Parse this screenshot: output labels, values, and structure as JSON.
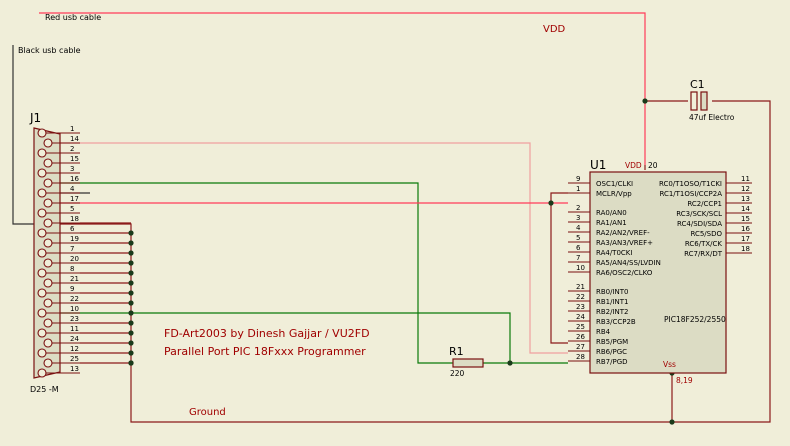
{
  "labels": {
    "red_usb": "Red usb cable",
    "black_usb": "Black usb cable",
    "vdd": "VDD",
    "ground": "Ground",
    "credit_line1": "FD-Art2003 by Dinesh Gajjar / VU2FD",
    "credit_line2": "Parallel Port PIC 18Fxxx Programmer"
  },
  "connector": {
    "ref": "J1",
    "part": "D25 -M",
    "pins": [
      "1",
      "14",
      "2",
      "15",
      "3",
      "16",
      "4",
      "17",
      "5",
      "18",
      "6",
      "19",
      "7",
      "20",
      "8",
      "21",
      "9",
      "22",
      "10",
      "23",
      "11",
      "24",
      "12",
      "25",
      "13"
    ]
  },
  "capacitor": {
    "ref": "C1",
    "value": "47uf Electro"
  },
  "resistor": {
    "ref": "R1",
    "value": "220"
  },
  "ic": {
    "ref": "U1",
    "part": "PIC18F252/2550",
    "vdd_label": "VDD",
    "vdd_pin": "20",
    "vss_label": "Vss",
    "vss_pins": "8,19",
    "left_pins": [
      {
        "num": "9",
        "name": "OSC1/CLKI"
      },
      {
        "num": "1",
        "name": "MCLR/Vpp"
      },
      {
        "num": "2",
        "name": "RA0/AN0"
      },
      {
        "num": "3",
        "name": "RA1/AN1"
      },
      {
        "num": "4",
        "name": "RA2/AN2/VREF-"
      },
      {
        "num": "5",
        "name": "RA3/AN3/VREF+"
      },
      {
        "num": "6",
        "name": "RA4/T0CKI"
      },
      {
        "num": "7",
        "name": "RA5/AN4/SS/LVDIN"
      },
      {
        "num": "10",
        "name": "RA6/OSC2/CLKO"
      },
      {
        "num": "21",
        "name": "RB0/INT0"
      },
      {
        "num": "22",
        "name": "RB1/INT1"
      },
      {
        "num": "23",
        "name": "RB2/INT2"
      },
      {
        "num": "24",
        "name": "RB3/CCP2B"
      },
      {
        "num": "25",
        "name": "RB4"
      },
      {
        "num": "26",
        "name": "RB5/PGM"
      },
      {
        "num": "27",
        "name": "RB6/PGC"
      },
      {
        "num": "28",
        "name": "RB7/PGD"
      }
    ],
    "right_pins": [
      {
        "num": "11",
        "name": "RC0/T1OSO/T1CKI"
      },
      {
        "num": "12",
        "name": "RC1/T1OSI/CCP2A"
      },
      {
        "num": "13",
        "name": "RC2/CCP1"
      },
      {
        "num": "14",
        "name": "RC3/SCK/SCL"
      },
      {
        "num": "15",
        "name": "RC4/SDI/SDA"
      },
      {
        "num": "16",
        "name": "RC5/SDO"
      },
      {
        "num": "17",
        "name": "RC6/TX/CK"
      },
      {
        "num": "18",
        "name": "RC7/RX/DT"
      }
    ]
  },
  "colors": {
    "background": "#f0eed9",
    "red_wire": "#ff3c5a",
    "pink_wire": "#f0a0a0",
    "green_wire": "#0a7a0a",
    "dark_red_wire": "#8b1a1a",
    "component_outline": "#7a1010",
    "ic_fill": "#dcdcc4",
    "junction": "#1a3a1a",
    "label_red": "#a00000"
  }
}
